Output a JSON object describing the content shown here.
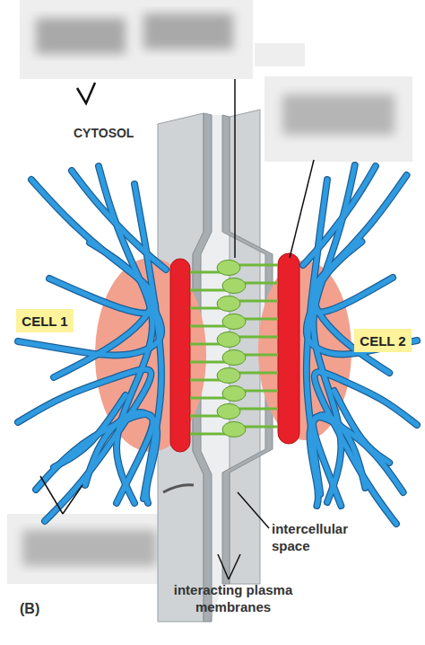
{
  "diagram": {
    "nodes": [
      {
        "text": [
          "CELL 1"
        ]
      },
      {
        "text": [
          "CELL 2"
        ]
      }
    ],
    "labels": [
      "CYTOSOL",
      "intercellular space",
      "interacting plasma membranes",
      "(B)"
    ]
  }
}
